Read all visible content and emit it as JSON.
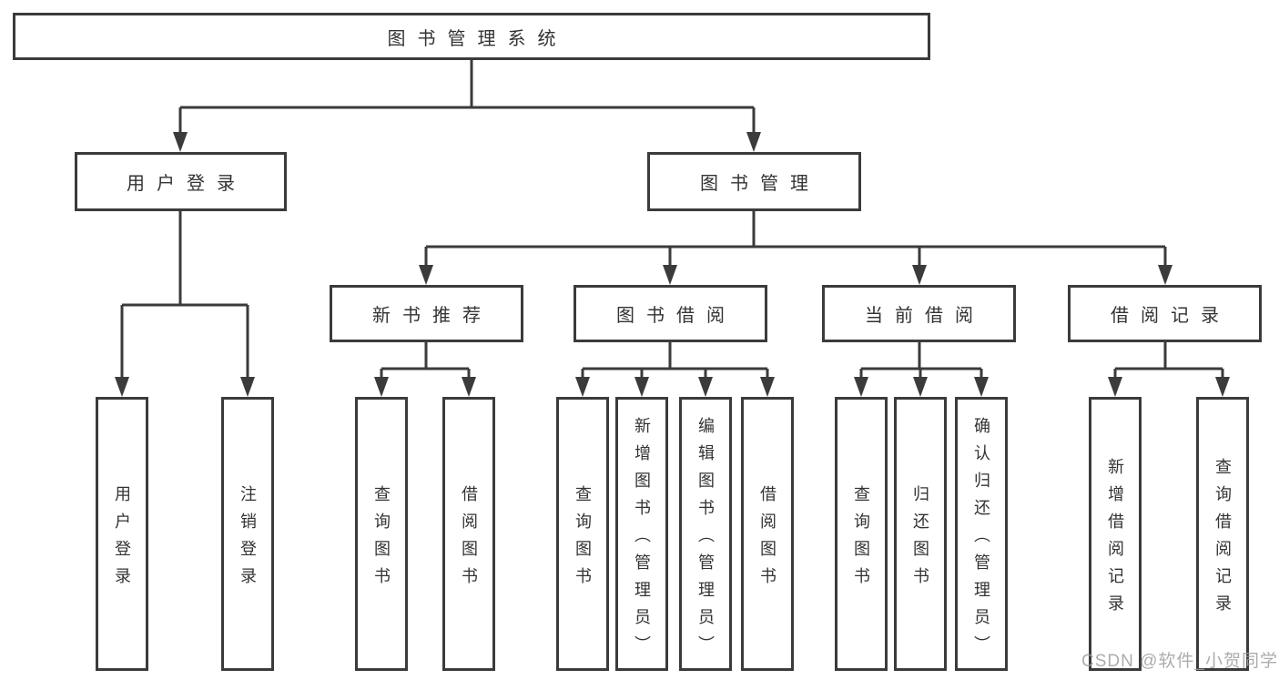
{
  "colors": {
    "line": "#3b3b3b",
    "box_border": "#3b3b3b",
    "text": "#333333",
    "background": "#ffffff",
    "watermark": "#9e9e9e"
  },
  "tree": {
    "label": "图书管理系统",
    "children": [
      {
        "label": "用户登录",
        "children": [
          {
            "label": "用户登录"
          },
          {
            "label": "注销登录"
          }
        ]
      },
      {
        "label": "图书管理",
        "children": [
          {
            "label": "新书推荐",
            "children": [
              {
                "label": "查询图书"
              },
              {
                "label": "借阅图书"
              }
            ]
          },
          {
            "label": "图书借阅",
            "children": [
              {
                "label": "查询图书"
              },
              {
                "label": "新增图书（管理员）"
              },
              {
                "label": "编辑图书（管理员）"
              },
              {
                "label": "借阅图书"
              }
            ]
          },
          {
            "label": "当前借阅",
            "children": [
              {
                "label": "查询图书"
              },
              {
                "label": "归还图书"
              },
              {
                "label": "确认归还（管理员）"
              }
            ]
          },
          {
            "label": "借阅记录",
            "children": [
              {
                "label": "新增借阅记录"
              },
              {
                "label": "查询借阅记录"
              }
            ]
          }
        ]
      }
    ]
  },
  "watermark": {
    "text": "CSDN @软件_小贺同学"
  }
}
